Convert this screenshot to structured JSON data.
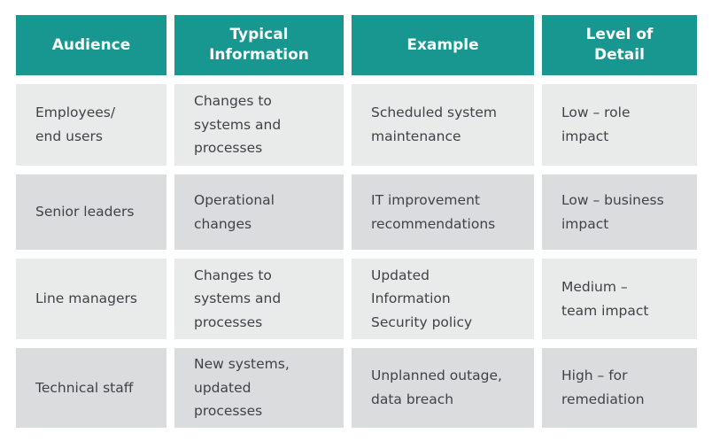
{
  "colors": {
    "header_bg": "#17978f",
    "header_text": "#ffffff",
    "row_light": "#e9eaea",
    "row_dark": "#dbdcdd",
    "body_text": "#3f4347"
  },
  "table": {
    "headers": [
      "Audience",
      "Typical\nInformation",
      "Example",
      "Level of\nDetail"
    ],
    "rows": [
      {
        "cells": [
          "Employees/\nend users",
          "Changes to\nsystems and\nprocesses",
          "Scheduled system\nmaintenance",
          "Low – role\nimpact"
        ]
      },
      {
        "cells": [
          "Senior leaders",
          "Operational\nchanges",
          "IT improvement\nrecommendations",
          "Low – business\nimpact"
        ]
      },
      {
        "cells": [
          "Line managers",
          "Changes to\nsystems and\nprocesses",
          "Updated\nInformation\nSecurity policy",
          "Medium –\nteam impact"
        ]
      },
      {
        "cells": [
          "Technical staff",
          "New systems,\nupdated\nprocesses",
          "Unplanned outage,\ndata breach",
          "High – for\nremediation"
        ]
      }
    ]
  }
}
